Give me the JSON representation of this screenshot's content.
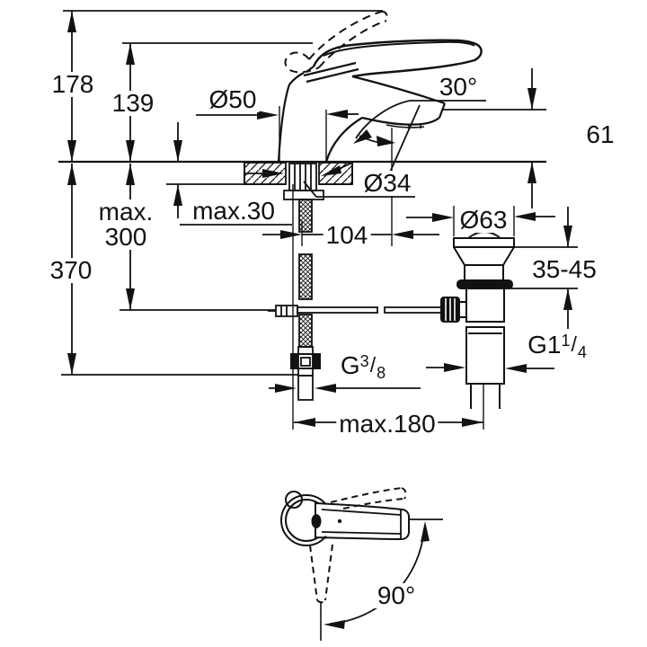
{
  "drawing": {
    "type": "faucet-installation-dimension-drawing",
    "background": "#ffffff",
    "line_color": "#121212",
    "labels": {
      "height_total": "178",
      "height_body": "139",
      "base_diameter": "Ø50",
      "spout_angle": "30°",
      "spout_height": "61",
      "hose_max_line1": "max.",
      "hose_max_line2": "300",
      "supply_depth": "370",
      "deck_max_thickness": "max.30",
      "hole_diameter": "Ø34",
      "spout_projection": "104",
      "waste_flange_diameter": "Ø63",
      "waste_clamp_range": "35-45",
      "max_reach": "max.180",
      "handle_swing_angle": "90°",
      "waste_thread": {
        "prefix": "G1",
        "sup": "1",
        "slash": "/",
        "sub": "4"
      },
      "supply_thread": {
        "prefix": "G",
        "sup": "3",
        "slash": "/",
        "sub": "8"
      }
    }
  }
}
